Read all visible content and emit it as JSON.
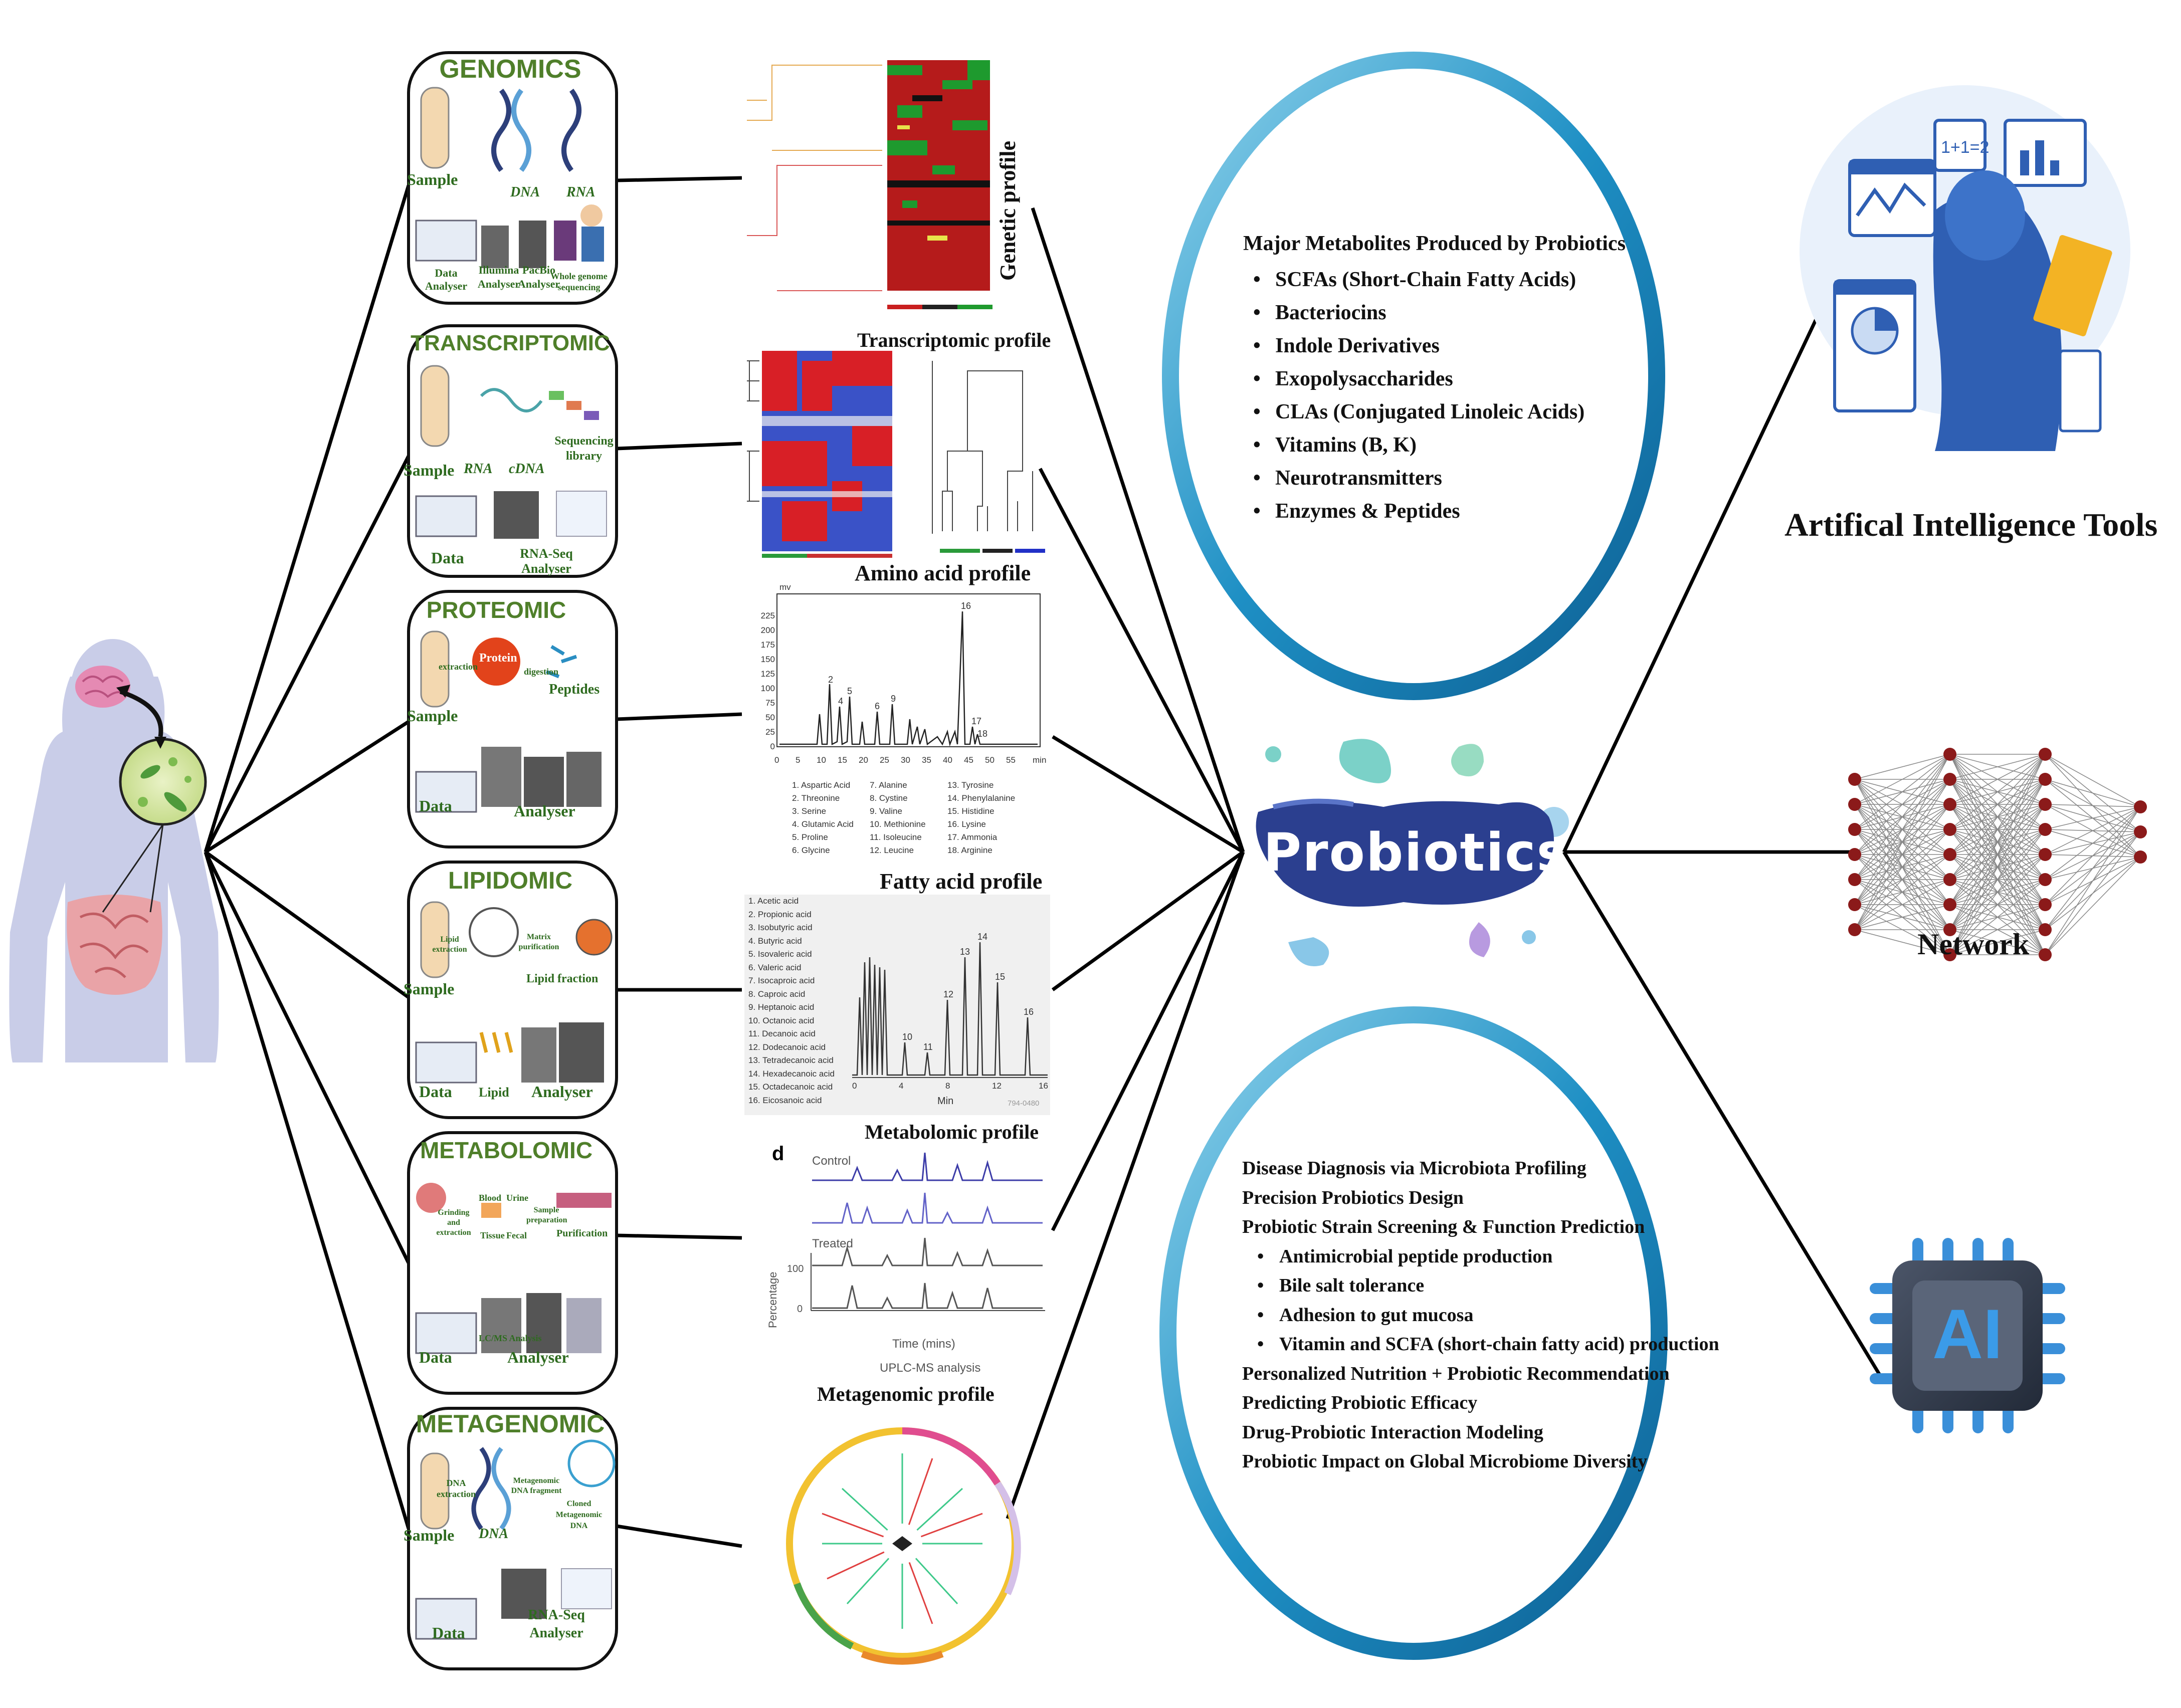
{
  "omics": [
    {
      "title": "GENOMICS",
      "labels": [
        "Sample",
        "DNA",
        "RNA",
        "Data Analyser",
        "Illumina Analyser",
        "PacBio Analyser",
        "Whole genome sequencing"
      ]
    },
    {
      "title": "TRANSCRIPTOMIC",
      "labels": [
        "Sample",
        "RNA",
        "cDNA",
        "Sequencing library",
        "Data",
        "RNA-Seq Analyser"
      ]
    },
    {
      "title": "PROTEOMIC",
      "labels": [
        "Sample",
        "extraction",
        "Protein",
        "digestion",
        "Peptides",
        "Data",
        "Analyser"
      ]
    },
    {
      "title": "LIPIDOMIC",
      "labels": [
        "Sample",
        "Lipid extraction",
        "Matrix purification",
        "Lipid fraction",
        "Data",
        "Lipid",
        "Analyser"
      ]
    },
    {
      "title": "METABOLOMIC",
      "labels": [
        "Grinding and extraction",
        "Blood",
        "Urine",
        "Tissue",
        "Fecal",
        "Sample preparation",
        "Purification",
        "Data",
        "LC/MS Analysis",
        "Analyser"
      ]
    },
    {
      "title": "METAGENOMIC",
      "labels": [
        "DNA extraction",
        "Sample",
        "DNA",
        "Metagenomic DNA fragment",
        "Cloned Metagenomic DNA",
        "Data",
        "RNA-Seq Analyser"
      ]
    }
  ],
  "profiles": {
    "genetic": "Genetic profile",
    "transcriptomic": "Transcriptomic profile",
    "amino_acid": "Amino acid profile",
    "fatty_acid": "Fatty acid profile",
    "metabolomic": "Metabolomic profile",
    "metagenomic": "Metagenomic profile"
  },
  "amino_acid_legend": [
    [
      "1. Aspartic Acid",
      "7. Alanine",
      "13. Tyrosine"
    ],
    [
      "2. Threonine",
      "8. Cystine",
      "14. Phenylalanine"
    ],
    [
      "3. Serine",
      "9. Valine",
      "15. Histidine"
    ],
    [
      "4. Glutamic Acid",
      "10. Methionine",
      "16. Lysine"
    ],
    [
      "5. Proline",
      "11. Isoleucine",
      "17. Ammonia"
    ],
    [
      "6. Glycine",
      "12. Leucine",
      "18. Arginine"
    ]
  ],
  "amino_axis": {
    "unit_y": "mv",
    "unit_x": "min",
    "y_ticks": [
      "0",
      "25",
      "50",
      "75",
      "100",
      "125",
      "150",
      "175",
      "200",
      "225"
    ],
    "x_ticks": [
      "0",
      "5",
      "10",
      "15",
      "20",
      "25",
      "30",
      "35",
      "40",
      "45",
      "50",
      "55"
    ]
  },
  "fatty_acid_legend": [
    "1. Acetic acid",
    "2. Propionic acid",
    "3. Isobutyric acid",
    "4. Butyric acid",
    "5. Isovaleric acid",
    "6. Valeric acid",
    "7. Isocaproic acid",
    "8. Caproic acid",
    "9. Heptanoic acid",
    "10. Octanoic acid",
    "11. Decanoic acid",
    "12. Dodecanoic acid",
    "13. Tetradecanoic acid",
    "14. Hexadecanoic acid",
    "15. Octadecanoic acid",
    "16. Eicosanoic acid"
  ],
  "fatty_axis": {
    "x_label": "Min",
    "x_ticks": [
      "0",
      "4",
      "8",
      "12",
      "16"
    ],
    "code": "794-0480"
  },
  "metabolomic_chart": {
    "panel": "d",
    "control": "Control",
    "treated": "Treated",
    "ylabel": "Percentage",
    "y_ticks": [
      "100",
      "0"
    ],
    "xlabel": "Time (mins)",
    "caption": "UPLC-MS analysis"
  },
  "center": {
    "label": "Probiotics"
  },
  "metabolites": {
    "title": "Major Metabolites Produced by Probiotics",
    "items": [
      "SCFAs (Short-Chain Fatty Acids)",
      "Bacteriocins",
      "Indole Derivatives",
      "Exopolysaccharides",
      "CLAs (Conjugated Linoleic Acids)",
      "Vitamins (B, K)",
      "Neurotransmitters",
      "Enzymes & Peptides"
    ]
  },
  "applications": {
    "lines": [
      {
        "text": "Disease Diagnosis via Microbiota Profiling",
        "bullet": false
      },
      {
        "text": "Precision Probiotics Design",
        "bullet": false
      },
      {
        "text": "Probiotic Strain Screening & Function Prediction",
        "bullet": false
      },
      {
        "text": "Antimicrobial peptide production",
        "bullet": true
      },
      {
        "text": "Bile salt tolerance",
        "bullet": true
      },
      {
        "text": "Adhesion to gut mucosa",
        "bullet": true
      },
      {
        "text": "Vitamin and SCFA (short-chain fatty acid) production",
        "bullet": true
      },
      {
        "text": "Personalized Nutrition + Probiotic Recommendation",
        "bullet": false
      },
      {
        "text": "Predicting Probiotic Efficacy",
        "bullet": false
      },
      {
        "text": "Drug-Probiotic Interaction Modeling",
        "bullet": false
      },
      {
        "text": "Probiotic Impact on Global Microbiome Diversity",
        "bullet": false
      }
    ]
  },
  "right": {
    "ai_tools": "Artifical Intelligence  Tools",
    "network": "Network",
    "ai_chip": "AI"
  },
  "colors": {
    "ring": "#1e8fc4",
    "probiotics_blob": "#2b3f8f",
    "omics_title": "#4f7f2a"
  }
}
